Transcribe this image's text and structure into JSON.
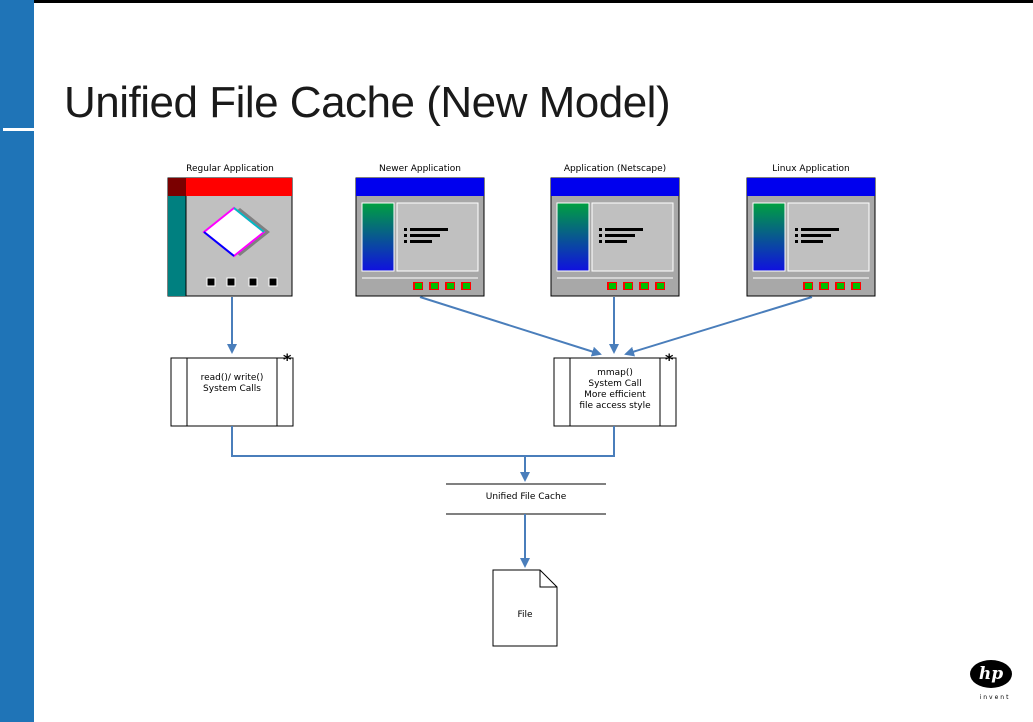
{
  "slide": {
    "title": "Unified File Cache (New Model)"
  },
  "apps": [
    {
      "label": "Regular Application"
    },
    {
      "label": "Newer Application"
    },
    {
      "label": "Application (Netscape)"
    },
    {
      "label": "Linux Application"
    }
  ],
  "syscalls": {
    "rw": {
      "line1": "read()/ write()",
      "line2": "System Calls",
      "mark": "*"
    },
    "mmap": {
      "line1": "mmap()",
      "line2": "System Call",
      "line3": "More efficient",
      "line4": "file access style",
      "mark": "*"
    }
  },
  "cache": {
    "label": "Unified File Cache"
  },
  "file": {
    "label": "File"
  },
  "logo": {
    "mark": "hp",
    "tagline": "invent"
  },
  "colors": {
    "accent": "#1f74b7",
    "arrow": "#4a7ebb",
    "title_red": "#ff0000",
    "title_blue": "#0000ee"
  }
}
